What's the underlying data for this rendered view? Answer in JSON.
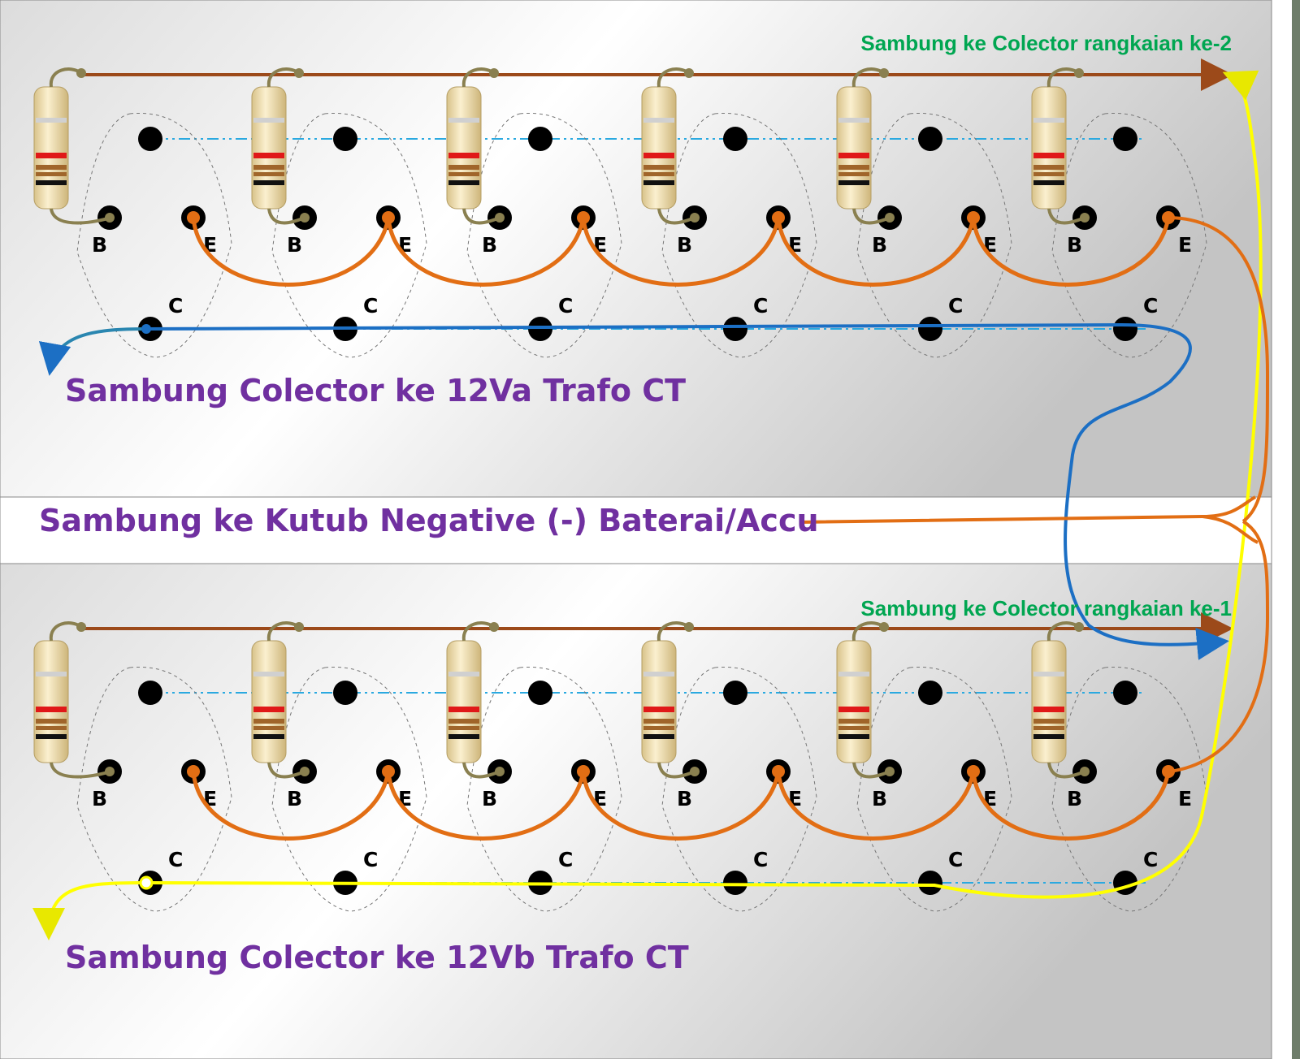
{
  "colors": {
    "panel_gradient_start": "#dcdcdc",
    "panel_gradient_mid": "#ffffff",
    "panel_gradient_end": "#c4c4c4",
    "title_purple": "#7030a0",
    "title_green": "#00a651",
    "wire_emitter": "#e26e14",
    "wire_collector_bus": "#9c4a1a",
    "wire_blue": "#1c6fc4",
    "wire_yellow": "#ffff00",
    "dot_dashed_line": "#2aa9e0",
    "resistor_body": "#f2dfb0",
    "resistor_band_red": "#e01818",
    "resistor_band_brown": "#a0652a",
    "resistor_band_black": "#111111",
    "resistor_lead": "#8a8050"
  },
  "diagram": {
    "top_circuit": {
      "green_label": "Sambung ke Colector rangkaian ke-2",
      "purple_label": "Sambung Colector ke 12Va Trafo CT",
      "transistor_count": 6,
      "pin_labels": {
        "base": "B",
        "emitter": "E",
        "collector": "C"
      }
    },
    "middle_label": "Sambung ke Kutub Negative (-) Baterai/Accu",
    "bottom_circuit": {
      "green_label": "Sambung ke Colector rangkaian ke-1",
      "purple_label": "Sambung Colector ke 12Vb Trafo CT",
      "transistor_count": 6,
      "pin_labels": {
        "base": "B",
        "emitter": "E",
        "collector": "C"
      }
    }
  }
}
